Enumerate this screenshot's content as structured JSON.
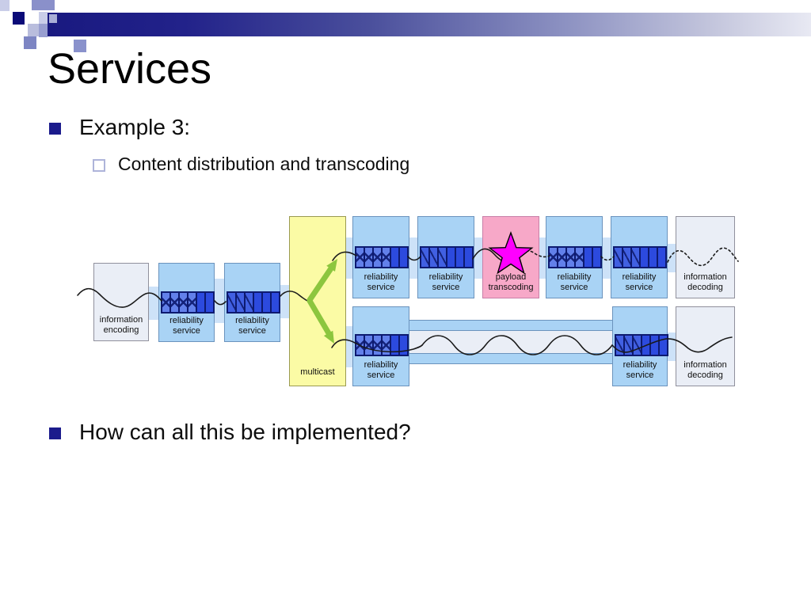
{
  "slide": {
    "title": "Services",
    "bullets": {
      "bullet1": "Example 3:",
      "sub_bullet": "Content distribution and transcoding",
      "bullet2": "How can all this be implemented?"
    }
  },
  "diagram": {
    "labels": {
      "information_encoding": "information encoding",
      "reliability_service": "reliability service",
      "multicast": "multicast",
      "payload_transcoding": "payload transcoding",
      "information_decoding": "information decoding"
    },
    "colors": {
      "service_box_blue": "#a9d3f5",
      "endpoint_box_gray": "#eaeef6",
      "multicast_yellow": "#fbfba5",
      "transcoding_pink": "#f7a8c8",
      "star_magenta": "#ff00ff",
      "packet_dark_blue": "#2c4ade",
      "packet_patterned_blue": "#6280ea",
      "arrow_green": "#8cc63e",
      "connector_blue": "#cde2f8",
      "header_bar_navy": "#191980",
      "bullet_navy": "#1b1b8c"
    },
    "packet_marks": {
      "crossed": "x",
      "checked": "✓"
    }
  }
}
